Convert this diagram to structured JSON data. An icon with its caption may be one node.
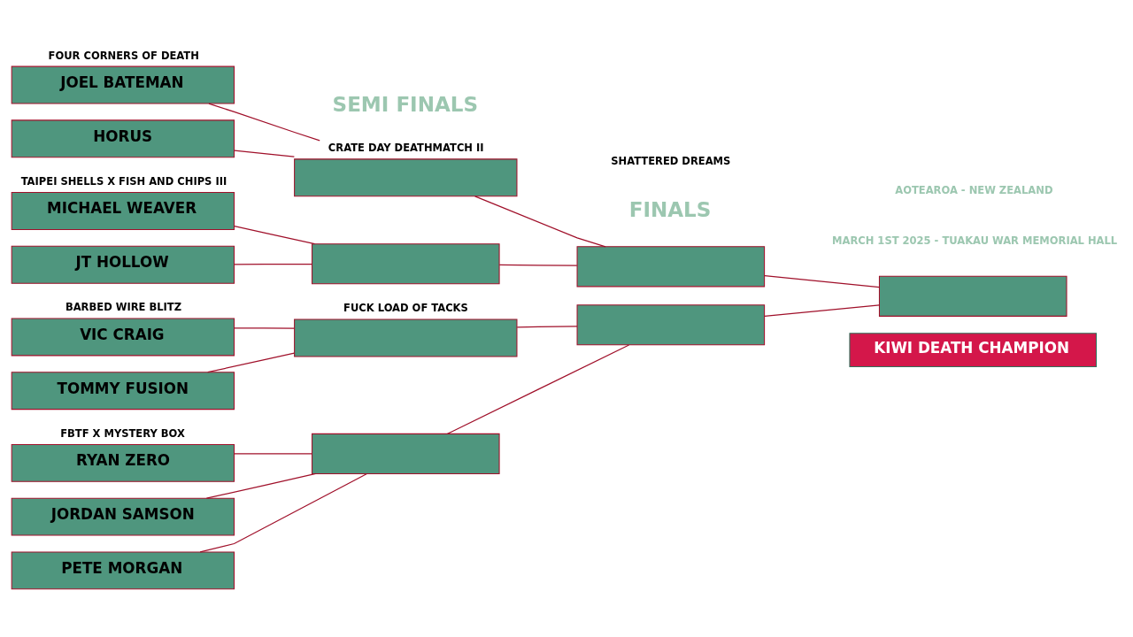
{
  "diagram": {
    "nodes": [
      {
        "text": [
          "FOUR CORNERS OF DEATH",
          "JOEL BATEMAN"
        ]
      },
      {
        "text": [
          "HORUS"
        ]
      },
      {
        "text": [
          "TAIPEI SHELLS X FISH AND CHIPS III",
          "MICHAEL WEAVER"
        ]
      },
      {
        "text": [
          "JT HOLLOW"
        ]
      },
      {
        "text": [
          "BARBED WIRE BLITZ",
          "VIC CRAIG"
        ]
      },
      {
        "text": [
          "TOMMY FUSION"
        ]
      },
      {
        "text": [
          "FBTF X MYSTERY BOX",
          "RYAN ZERO"
        ]
      },
      {
        "text": [
          "JORDAN SAMSON"
        ]
      },
      {
        "text": [
          "PETE MORGAN"
        ]
      },
      {
        "text": [
          "CRATE DAY DEATHMATCH II"
        ]
      },
      {
        "text": [],
        "shape": "box"
      },
      {
        "text": [
          "FUCK LOAD OF TACKS"
        ]
      },
      {
        "text": [],
        "shape": "box"
      },
      {
        "text": [],
        "shape": "box"
      },
      {
        "text": [],
        "shape": "box"
      },
      {
        "text": [],
        "shape": "box"
      },
      {
        "text": [
          "KIWI DEATH CHAMPION"
        ]
      }
    ],
    "edges": [
      {
        "from": 0,
        "to": 9,
        "arrow": "none"
      },
      {
        "from": 1,
        "to": 9,
        "arrow": "none"
      },
      {
        "from": 2,
        "to": 10,
        "arrow": "none"
      },
      {
        "from": 3,
        "to": 10,
        "arrow": "none"
      },
      {
        "from": 4,
        "to": 11,
        "arrow": "none"
      },
      {
        "from": 5,
        "to": 11,
        "arrow": "none"
      },
      {
        "from": 6,
        "to": 12,
        "arrow": "none"
      },
      {
        "from": 7,
        "to": 12,
        "arrow": "none"
      },
      {
        "from": 8,
        "to": 12,
        "arrow": "none"
      },
      {
        "from": 9,
        "to": 13,
        "arrow": "none"
      },
      {
        "from": 10,
        "to": 13,
        "arrow": "none"
      },
      {
        "from": 11,
        "to": 14,
        "arrow": "none"
      },
      {
        "from": 12,
        "to": 14,
        "arrow": "none"
      },
      {
        "from": 13,
        "to": 15,
        "arrow": "none"
      },
      {
        "from": 14,
        "to": 15,
        "arrow": "none"
      }
    ],
    "labels": [
      "SEMI FINALS",
      "FINALS",
      "SHATTERED DREAMS",
      "MARCH 1ST 2025 - TUAKAU WAR MEMORIAL HALL",
      "AOTEAROA - NEW ZEALAND"
    ]
  }
}
